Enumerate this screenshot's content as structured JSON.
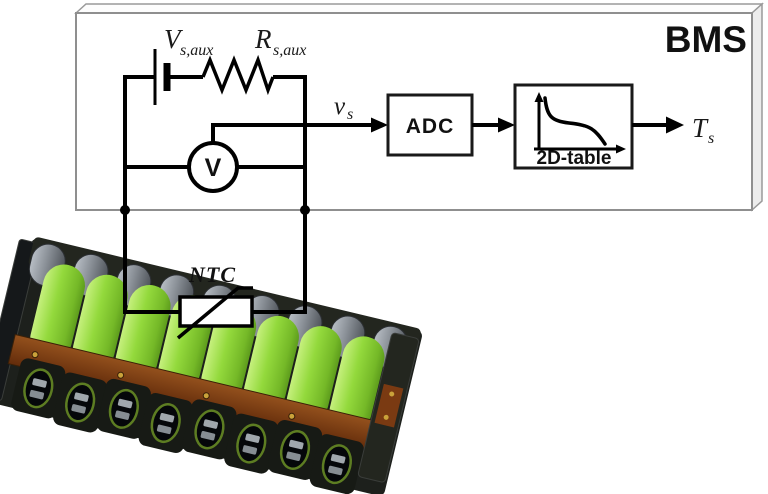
{
  "figure": {
    "title": "BMS",
    "blocks": {
      "adc": "ADC",
      "lookup": "2D-table"
    },
    "labels": {
      "aux_source_main": "V",
      "aux_source_sub": "s,aux",
      "aux_resistor_main": "R",
      "aux_resistor_sub": "s,aux",
      "voltmeter": "V",
      "sense_voltage_main": "v",
      "sense_voltage_sub": "s",
      "temperature_main": "T",
      "temperature_sub": "s",
      "thermistor": "NTC"
    },
    "colors": {
      "wire": "#000000",
      "enclosure_border": "#8f8f8f",
      "enclosure_face": "#ffffff",
      "cell_green": "#93d93c",
      "cell_green_light": "#c6f07e",
      "cell_green_dark": "#5d9c1c",
      "cap_gray": "#8a9097",
      "cap_gray_dark": "#4f545a",
      "busbar_brown": "#7a3a12",
      "frame_dark": "#171a15",
      "slot_rim_green": "#5d7d22",
      "tab_gray": "#a0a7ad"
    }
  }
}
